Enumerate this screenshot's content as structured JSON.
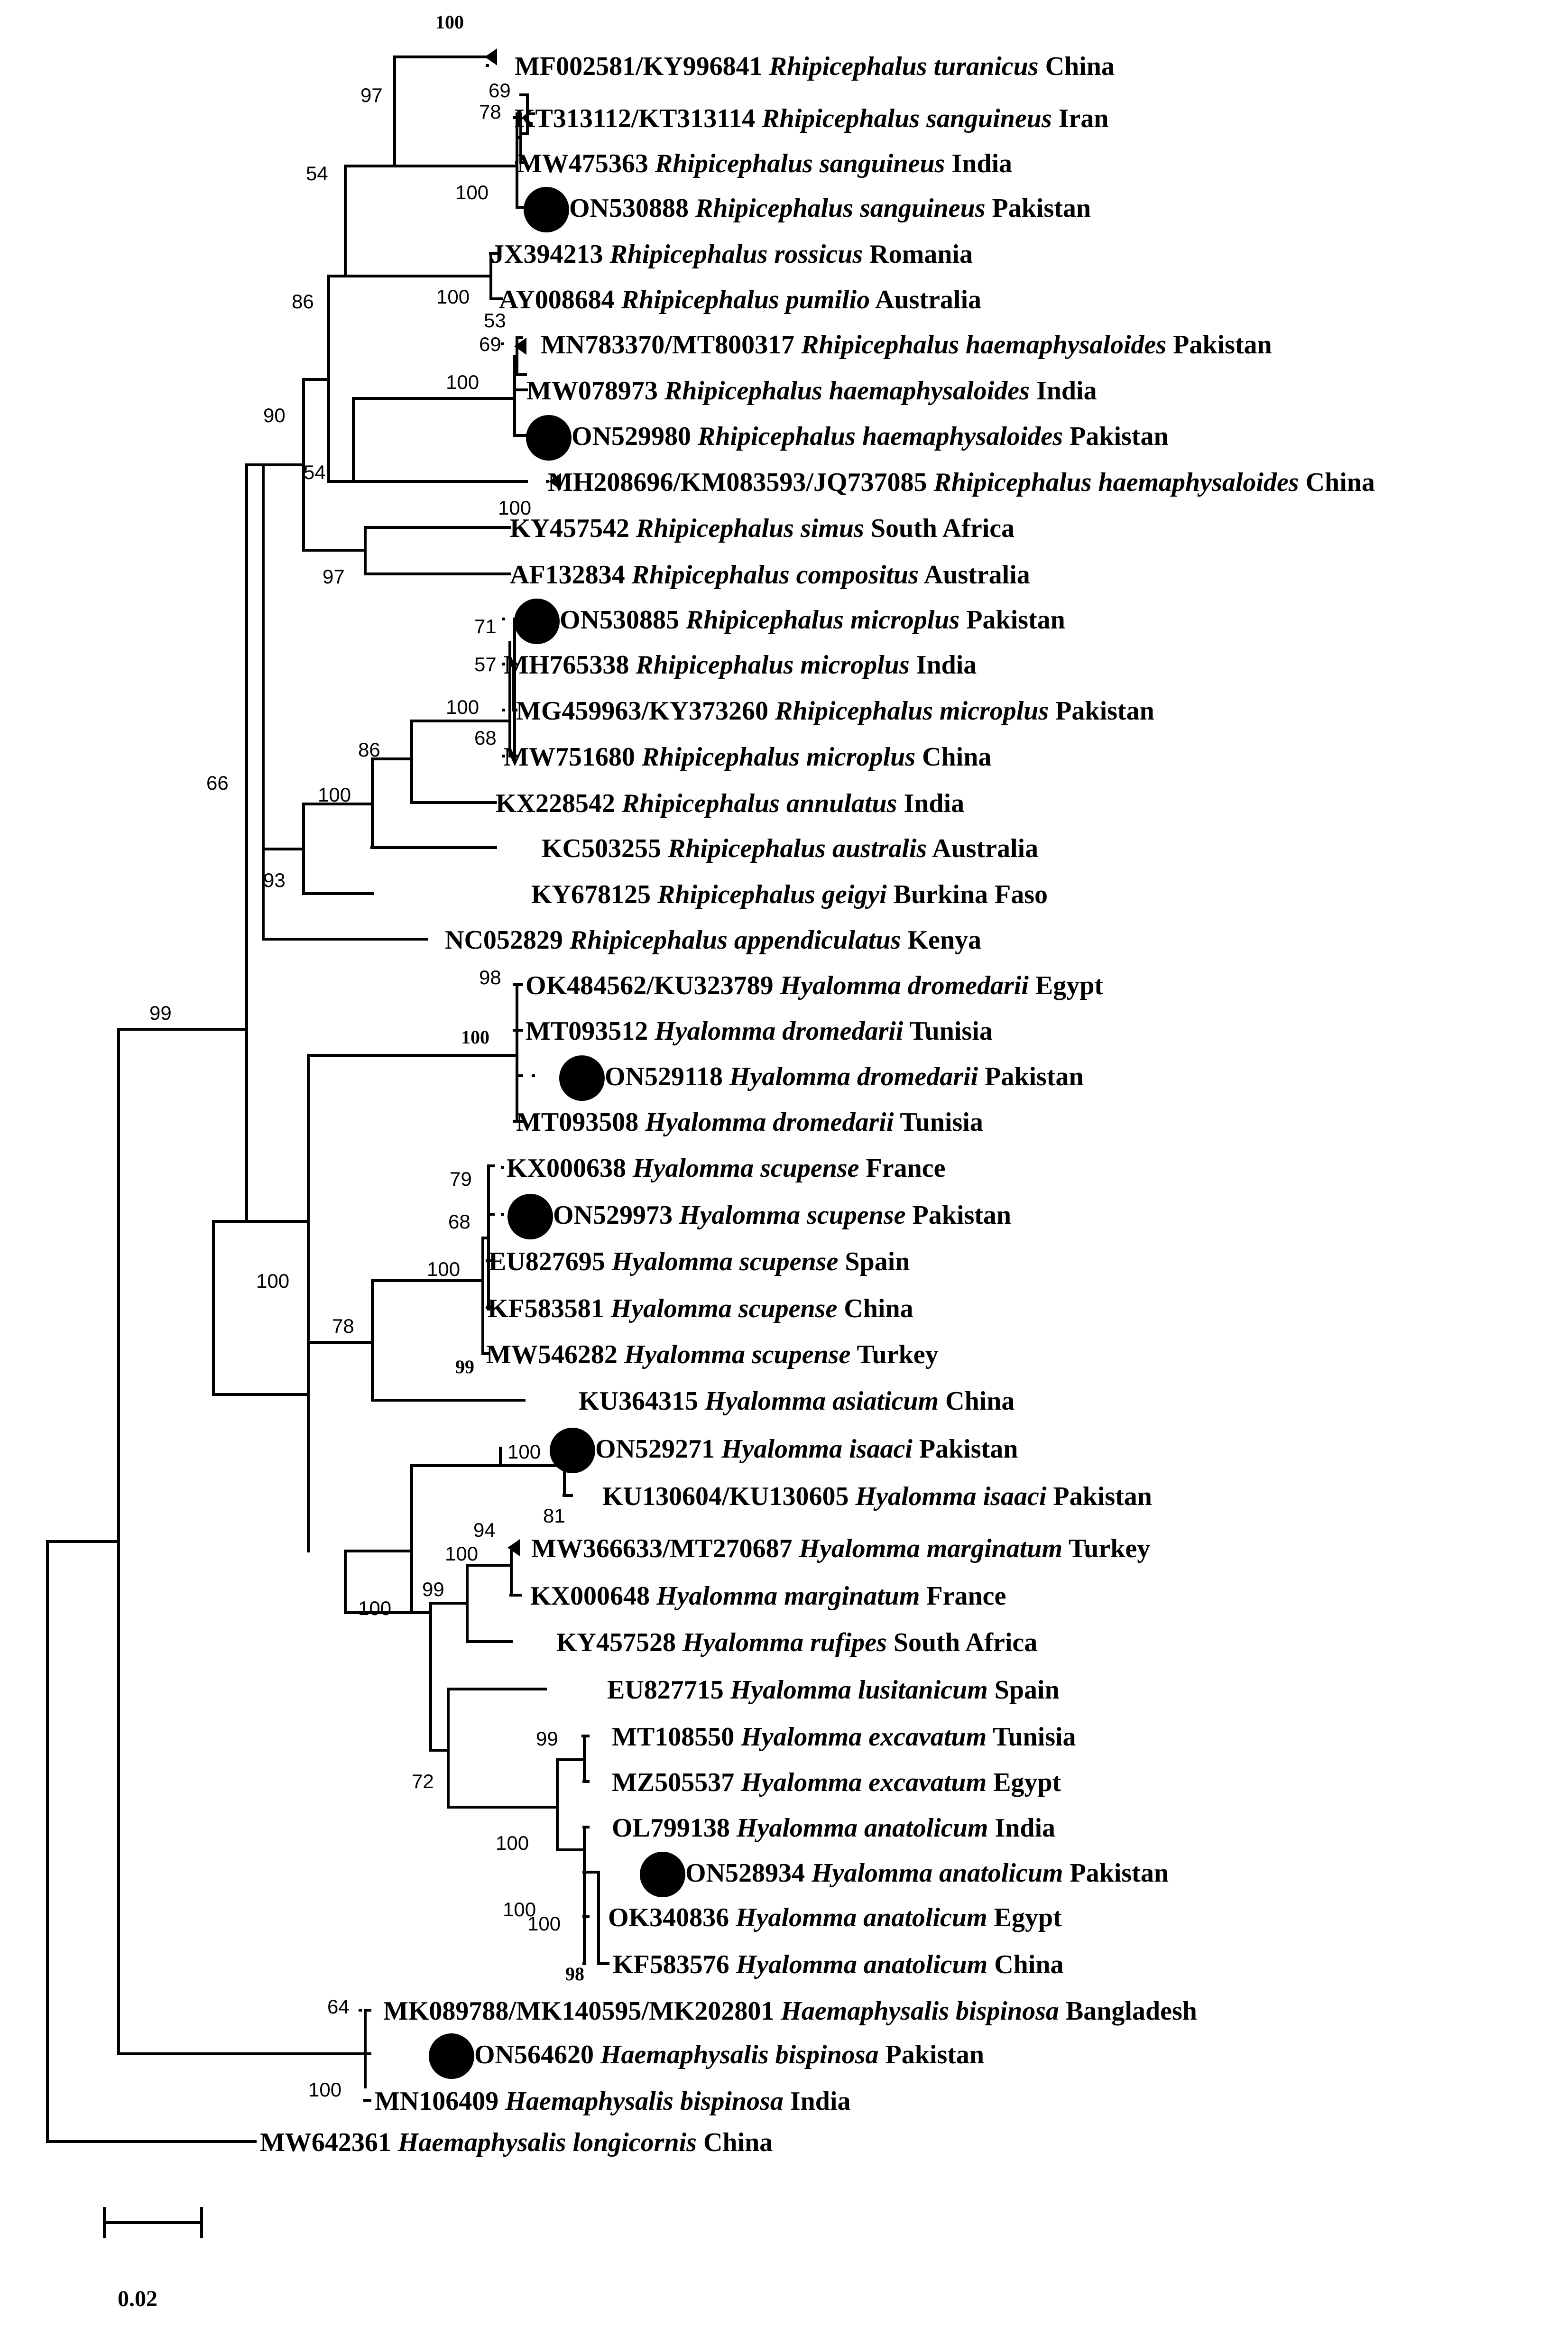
{
  "taxa": [
    {
      "acc": "MF002581/KY996841",
      "species": "Rhipicephalus turanicus",
      "country": "China",
      "marker": false
    },
    {
      "acc": "KT313112/KT313114",
      "species": "Rhipicephalus sanguineus",
      "country": "Iran",
      "marker": false
    },
    {
      "acc": "MW475363",
      "species": "Rhipicephalus sanguineus",
      "country": "India",
      "marker": false
    },
    {
      "acc": "ON530888",
      "species": "Rhipicephalus sanguineus",
      "country": "Pakistan",
      "marker": true
    },
    {
      "acc": "JX394213",
      "species": "Rhipicephalus rossicus",
      "country": "Romania",
      "marker": false
    },
    {
      "acc": "AY008684",
      "species": "Rhipicephalus pumilio",
      "country": "Australia",
      "marker": false
    },
    {
      "acc": "MN783370/MT800317",
      "species": "Rhipicephalus haemaphysaloides",
      "country": "Pakistan",
      "marker": false
    },
    {
      "acc": "MW078973",
      "species": "Rhipicephalus haemaphysaloides",
      "country": "India",
      "marker": false
    },
    {
      "acc": "ON529980",
      "species": "Rhipicephalus haemaphysaloides",
      "country": "Pakistan",
      "marker": true
    },
    {
      "acc": "MH208696/KM083593/JQ737085",
      "species": "Rhipicephalus haemaphysaloides",
      "country": "China",
      "marker": false
    },
    {
      "acc": "KY457542",
      "species": "Rhipicephalus simus",
      "country": "South Africa",
      "marker": false
    },
    {
      "acc": "AF132834",
      "species": "Rhipicephalus compositus",
      "country": "Australia",
      "marker": false
    },
    {
      "acc": "ON530885",
      "species": "Rhipicephalus microplus",
      "country": "Pakistan",
      "marker": true
    },
    {
      "acc": "MH765338",
      "species": "Rhipicephalus microplus",
      "country": "India",
      "marker": false
    },
    {
      "acc": "MG459963/KY373260",
      "species": "Rhipicephalus microplus",
      "country": "Pakistan",
      "marker": false
    },
    {
      "acc": "MW751680",
      "species": "Rhipicephalus microplus",
      "country": "China",
      "marker": false
    },
    {
      "acc": "KX228542",
      "species": "Rhipicephalus annulatus",
      "country": "India",
      "marker": false
    },
    {
      "acc": "KC503255",
      "species": "Rhipicephalus australis",
      "country": "Australia",
      "marker": false
    },
    {
      "acc": "KY678125",
      "species": "Rhipicephalus geigyi",
      "country": "Burkina Faso",
      "marker": false
    },
    {
      "acc": "NC052829",
      "species": "Rhipicephalus appendiculatus",
      "country": "Kenya",
      "marker": false
    },
    {
      "acc": "OK484562/KU323789",
      "species": "Hyalomma dromedarii",
      "country": "Egypt",
      "marker": false
    },
    {
      "acc": "MT093512",
      "species": "Hyalomma dromedarii",
      "country": "Tunisia",
      "marker": false
    },
    {
      "acc": "ON529118",
      "species": "Hyalomma dromedarii",
      "country": "Pakistan",
      "marker": true
    },
    {
      "acc": "MT093508",
      "species": "Hyalomma dromedarii",
      "country": "Tunisia",
      "marker": false
    },
    {
      "acc": "KX000638",
      "species": "Hyalomma scupense",
      "country": "France",
      "marker": false
    },
    {
      "acc": "ON529973",
      "species": "Hyalomma scupense",
      "country": "Pakistan",
      "marker": true
    },
    {
      "acc": "EU827695",
      "species": "Hyalomma scupense",
      "country": "Spain",
      "marker": false
    },
    {
      "acc": "KF583581",
      "species": "Hyalomma scupense",
      "country": "China",
      "marker": false
    },
    {
      "acc": "MW546282",
      "species": "Hyalomma scupense",
      "country": "Turkey",
      "marker": false
    },
    {
      "acc": "KU364315",
      "species": "Hyalomma asiaticum",
      "country": "China",
      "marker": false
    },
    {
      "acc": "ON529271",
      "species": "Hyalomma isaaci",
      "country": "Pakistan",
      "marker": true
    },
    {
      "acc": "KU130604/KU130605",
      "species": "Hyalomma isaaci",
      "country": "Pakistan",
      "marker": false
    },
    {
      "acc": "MW366633/MT270687",
      "species": "Hyalomma marginatum",
      "country": "Turkey",
      "marker": false
    },
    {
      "acc": "KX000648",
      "species": "Hyalomma marginatum",
      "country": "France",
      "marker": false
    },
    {
      "acc": "KY457528",
      "species": "Hyalomma rufipes",
      "country": "South Africa",
      "marker": false
    },
    {
      "acc": "EU827715",
      "species": "Hyalomma lusitanicum",
      "country": "Spain",
      "marker": false
    },
    {
      "acc": "MT108550",
      "species": "Hyalomma excavatum",
      "country": "Tunisia",
      "marker": false
    },
    {
      "acc": "MZ505537",
      "species": "Hyalomma excavatum",
      "country": "Egypt",
      "marker": false
    },
    {
      "acc": "OL799138",
      "species": "Hyalomma anatolicum",
      "country": "India",
      "marker": false
    },
    {
      "acc": "ON528934",
      "species": "Hyalomma anatolicum",
      "country": "Pakistan",
      "marker": true
    },
    {
      "acc": "OK340836",
      "species": "Hyalomma anatolicum",
      "country": "Egypt",
      "marker": false
    },
    {
      "acc": "KF583576",
      "species": "Hyalomma anatolicum",
      "country": "China",
      "marker": false
    },
    {
      "acc": "MK089788/MK140595/MK202801",
      "species": "Haemaphysalis bispinosa",
      "country": "Bangladesh",
      "marker": false
    },
    {
      "acc": "ON564620",
      "species": "Haemaphysalis bispinosa",
      "country": "Pakistan",
      "marker": true
    },
    {
      "acc": "MN106409",
      "species": "Haemaphysalis bispinosa",
      "country": "India",
      "marker": false
    },
    {
      "acc": "MW642361",
      "species": "Haemaphysalis longicornis",
      "country": "China",
      "marker": false
    }
  ],
  "bootstrap_values": [
    "100",
    "97",
    "69",
    "78",
    "100",
    "54",
    "100",
    "86",
    "53",
    "69",
    "100",
    "90",
    "54",
    "100",
    "97",
    "71",
    "57",
    "100",
    "68",
    "86",
    "100",
    "66",
    "93",
    "98",
    "100",
    "99",
    "79",
    "68",
    "100",
    "99",
    "78",
    "100",
    "100",
    "94",
    "81",
    "100",
    "99",
    "100",
    "99",
    "100",
    "100",
    "72",
    "100",
    "98",
    "64",
    "100"
  ],
  "scale_bar": {
    "label": "0.02"
  },
  "marker_color": "#000000"
}
